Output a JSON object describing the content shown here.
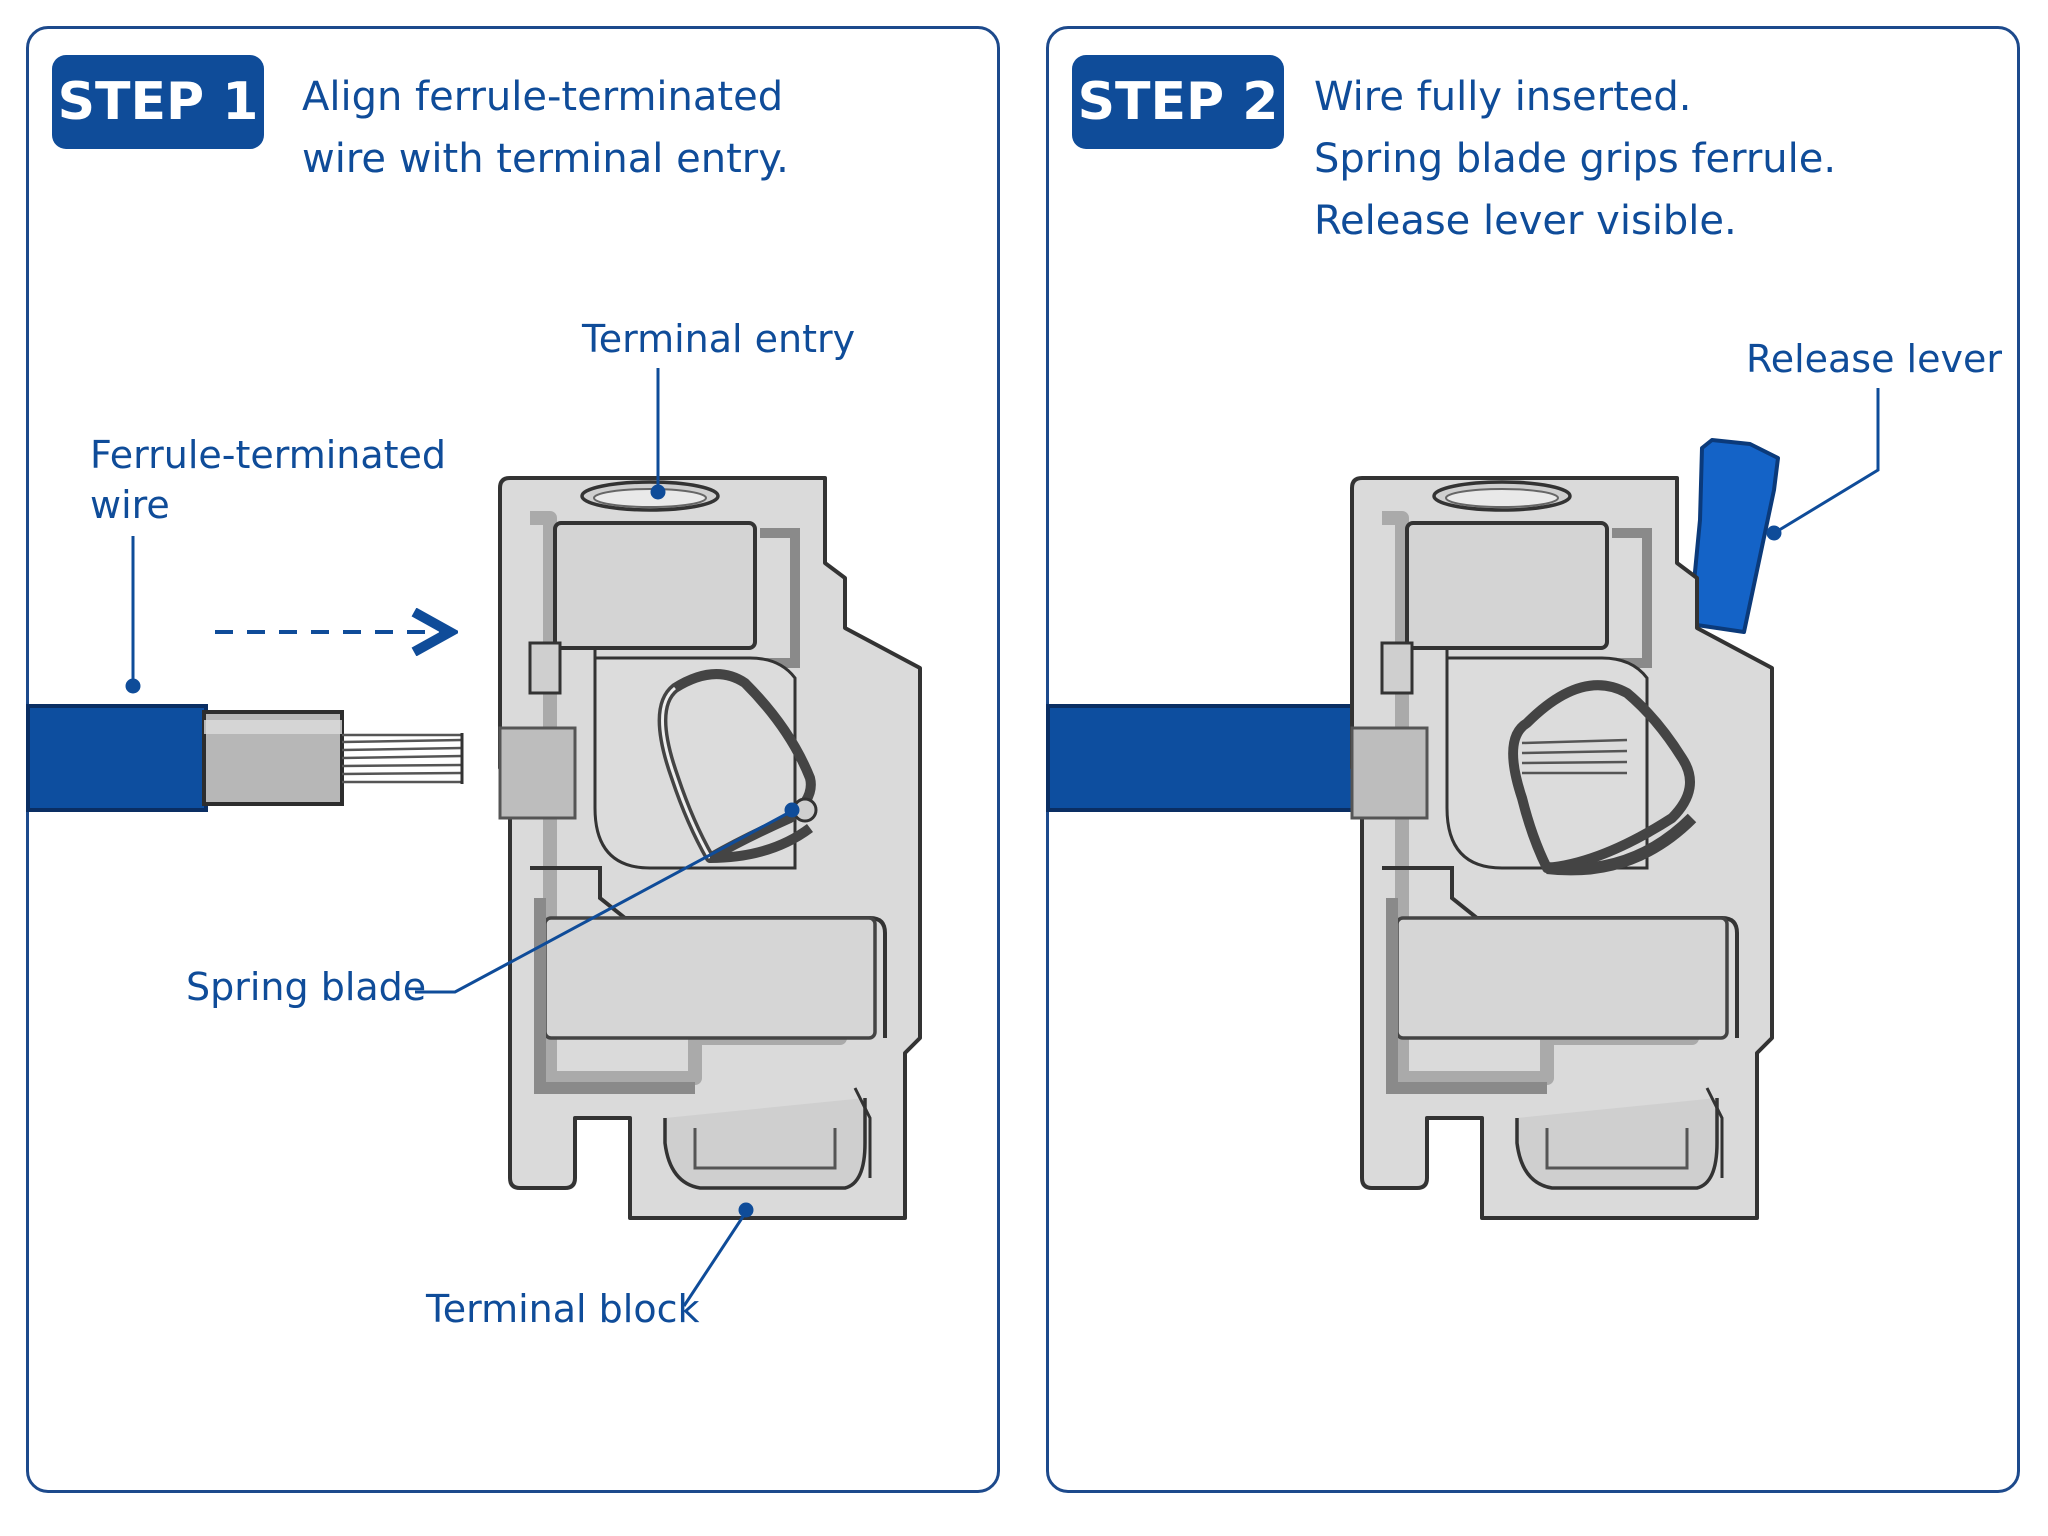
{
  "colors": {
    "accent": "#0f4c99",
    "border": "#1d4a8c",
    "wire": "#0d4e9f",
    "body_fill": "#d9d9d9",
    "body_stroke": "#3a3a3a",
    "lever": "#1463c7"
  },
  "step1": {
    "badge": "STEP 1",
    "instruction_lines": [
      "Align ferrule-terminated",
      "wire with terminal entry."
    ],
    "labels": {
      "terminal_entry": "Terminal entry",
      "wire": [
        "Ferrule-terminated",
        "wire"
      ],
      "spring_blade": "Spring blade",
      "terminal_block": "Terminal block"
    }
  },
  "step2": {
    "badge": "STEP 2",
    "instruction_lines": [
      "Wire fully inserted.",
      "Spring blade grips ferrule.",
      "Release lever visible."
    ],
    "labels": {
      "release_lever": "Release lever"
    }
  }
}
